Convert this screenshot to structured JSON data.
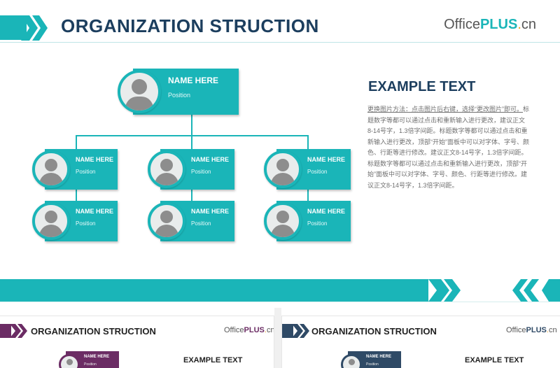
{
  "colors": {
    "accent": "#1ab5b8",
    "title": "#1c3e5e",
    "purple": "#6b2c64",
    "navy": "#2f4a66"
  },
  "header": {
    "title": "ORGANIZATION STRUCTION"
  },
  "logo": {
    "office": "Office",
    "plus": "PLUS",
    "dot": ".",
    "cn": "cn"
  },
  "org": {
    "top": {
      "name": "NAME HERE",
      "position": "Position"
    },
    "row1": [
      {
        "name": "NAME HERE",
        "position": "Position"
      },
      {
        "name": "NAME HERE",
        "position": "Position"
      },
      {
        "name": "NAME HERE",
        "position": "Position"
      }
    ],
    "row2": [
      {
        "name": "NAME HERE",
        "position": "Position"
      },
      {
        "name": "NAME HERE",
        "position": "Position"
      },
      {
        "name": "NAME HERE",
        "position": "Position"
      }
    ]
  },
  "example": {
    "title": "EXAMPLE TEXT",
    "body_ul": "更换图片方法：点击图片后右键，选择“更改图片”即可。",
    "body": "标题数字等都可以通过点击和重新输入进行更改，建议正文8-14号字，1.3倍字间距。标题数字等都可以通过点击和重新输入进行更改，顶部“开始”面板中可以对字体、字号、颜色、行距等进行修改。建议正文8-14号字，1.3倍字间距。标题数字等都可以通过点击和重新输入进行更改，顶部“开始”面板中可以对字体、字号、颜色、行距等进行修改。建议正文8-14号字，1.3倍字间距。"
  },
  "thumbs": [
    {
      "title": "ORGANIZATION STRUCTION",
      "logo_office": "Office",
      "logo_plus": "PLUS",
      "logo_dot": ".",
      "logo_cn": "cn",
      "example": "EXAMPLE TEXT",
      "node_name": "NAME HERE",
      "node_position": "Position"
    },
    {
      "title": "ORGANIZATION STRUCTION",
      "logo_office": "Office",
      "logo_plus": "PLUS",
      "logo_dot": ".",
      "logo_cn": "cn",
      "example": "EXAMPLE TEXT",
      "node_name": "NAME HERE",
      "node_position": "Position"
    }
  ]
}
